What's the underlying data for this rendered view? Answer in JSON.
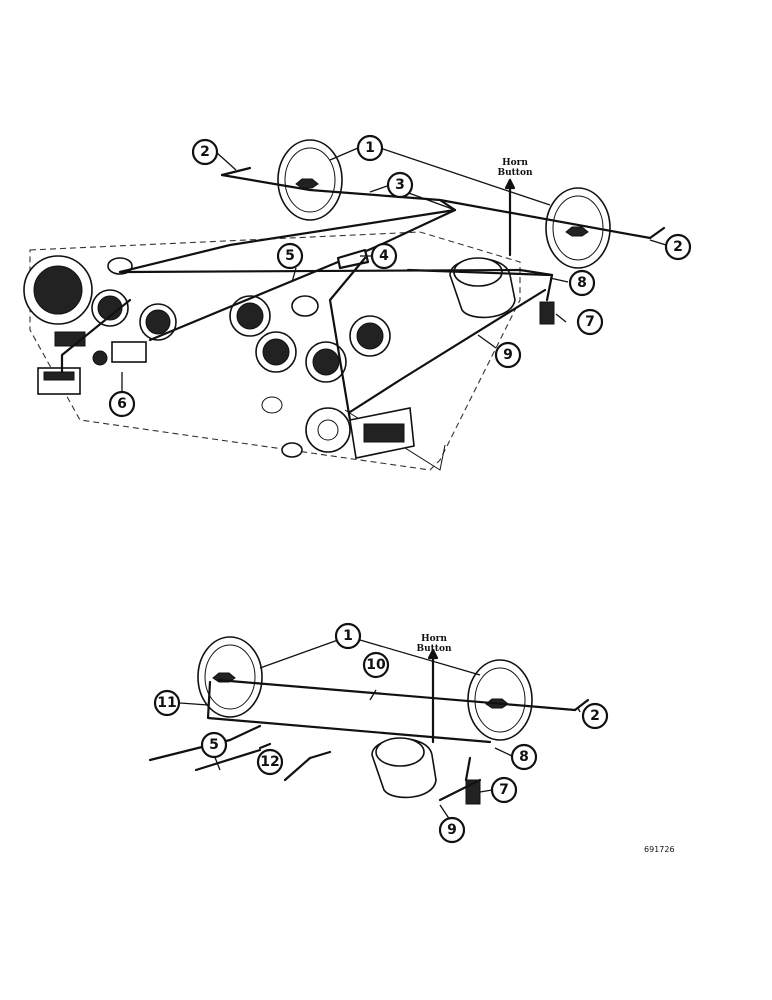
{
  "upper_diagram": {
    "callouts": [
      "1",
      "2",
      "3",
      "2",
      "4",
      "5",
      "8",
      "7",
      "9",
      "6"
    ],
    "horn_label_line1": "Horn",
    "horn_label_line2": "Button"
  },
  "lower_diagram": {
    "callouts": [
      "1",
      "10",
      "11",
      "2",
      "5",
      "12",
      "8",
      "7",
      "9"
    ],
    "horn_label_line1": "Horn",
    "horn_label_line2": "Button"
  },
  "figure_code": "691726"
}
